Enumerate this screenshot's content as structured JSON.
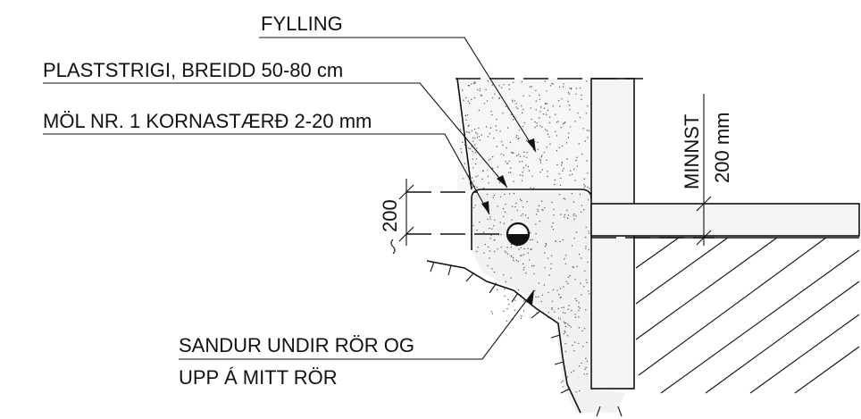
{
  "labels": {
    "fill": "FYLLING",
    "plastic_strip": "PLASTSTRIGI, BREIDD 50-80 cm",
    "gravel": "MÖL NR. 1 KORNASTÆRÐ 2-20 mm",
    "sand_line1": "SANDUR UNDIR RÖR OG",
    "sand_line2": "UPP Á MITT RÖR",
    "min_word": "MINNST",
    "min_value": "200 mm",
    "dim_200": "200"
  }
}
